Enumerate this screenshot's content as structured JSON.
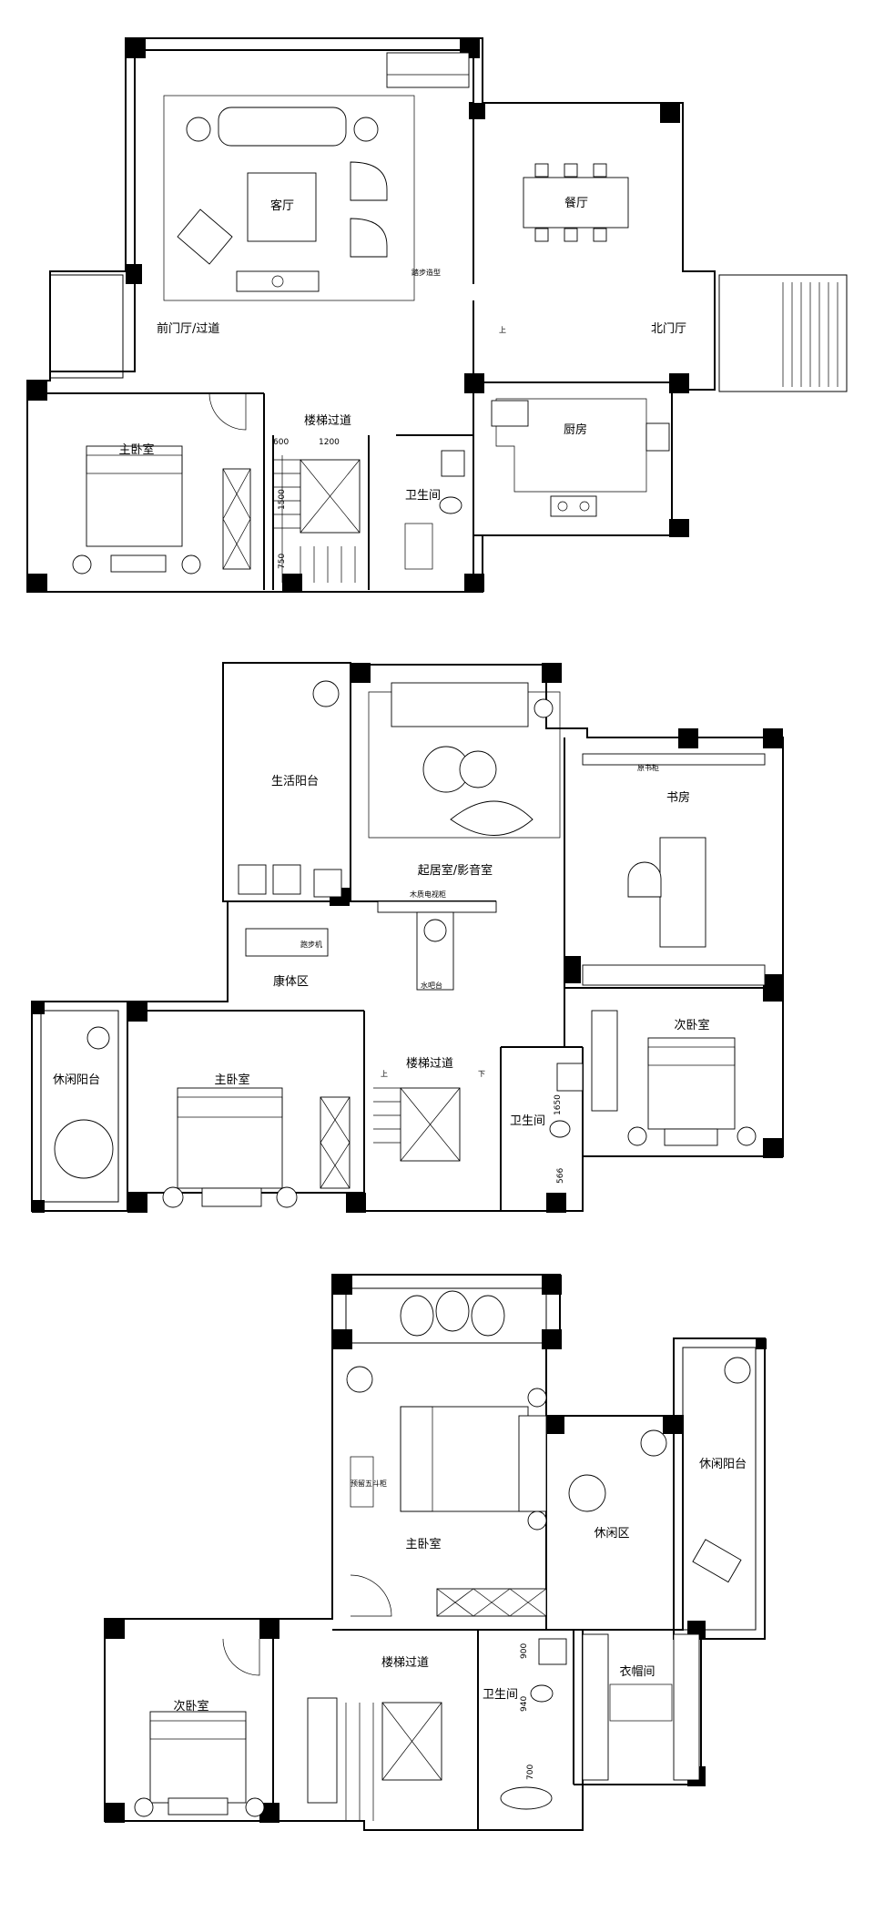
{
  "floor1": {
    "living_room": "客厅",
    "dining_room": "餐厅",
    "front_hall": "前门厅/过道",
    "north_hall": "北门厅",
    "master_bedroom": "主卧室",
    "stair_corridor": "楼梯过道",
    "bathroom": "卫生间",
    "kitchen": "厨房",
    "feature_note": "踏步造型",
    "dim_600": "600",
    "dim_1200": "1200",
    "dim_1500": "1500",
    "dim_750": "750",
    "arrow_up": "上"
  },
  "floor2": {
    "laundry_balcony": "生活阳台",
    "living_theater": "起居室/影音室",
    "study": "书房",
    "fitness": "康体区",
    "leisure_balcony": "休闲阳台",
    "master_bedroom": "主卧室",
    "stair_corridor": "楼梯过道",
    "second_bedroom": "次卧室",
    "bathroom": "卫生间",
    "tv_cabinet": "木质电视柜",
    "treadmill": "跑步机",
    "water_bar": "水吧台",
    "bookcase": "原书柜",
    "dim_1650": "1650",
    "dim_566": "566",
    "arrow_up": "上",
    "arrow_down": "下"
  },
  "floor3": {
    "master_bedroom": "主卧室",
    "leisure_area": "休闲区",
    "leisure_balcony": "休闲阳台",
    "stair_corridor": "楼梯过道",
    "second_bedroom": "次卧室",
    "bathroom": "卫生间",
    "closet": "衣帽间",
    "partition_note": "预留五斗柜",
    "dim_900": "900",
    "dim_940": "940",
    "dim_700": "700"
  }
}
